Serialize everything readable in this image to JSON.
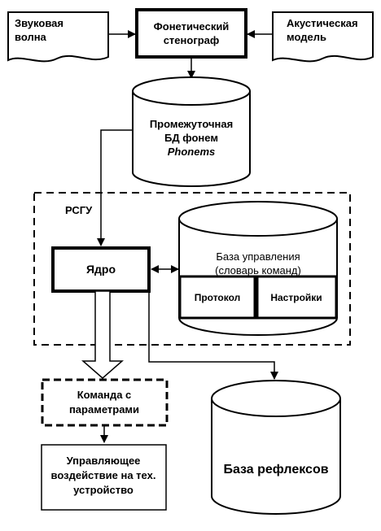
{
  "nodes": {
    "sound_wave": {
      "line1": "Звуковая",
      "line2": "волна"
    },
    "phonetic_stenograph": {
      "line1": "Фонетический",
      "line2": "стенограф"
    },
    "acoustic_model": {
      "line1": "Акустическая",
      "line2": "модель"
    },
    "phoneme_db": {
      "line1": "Промежуточная",
      "line2": "БД фонем",
      "line3": "Phonems"
    },
    "rsgu": {
      "label": "РСГУ"
    },
    "core": {
      "label": "Ядро"
    },
    "control_db": {
      "line1": "База управления",
      "line2": "(словарь команд)"
    },
    "protocol": {
      "label": "Протокол"
    },
    "settings": {
      "label": "Настройки"
    },
    "command": {
      "line1": "Команда с",
      "line2": "параметрами"
    },
    "control_action": {
      "line1": "Управляющее",
      "line2": "воздействие на тех.",
      "line3": "устройство"
    },
    "reflex_db": {
      "label": "База рефлексов"
    }
  }
}
